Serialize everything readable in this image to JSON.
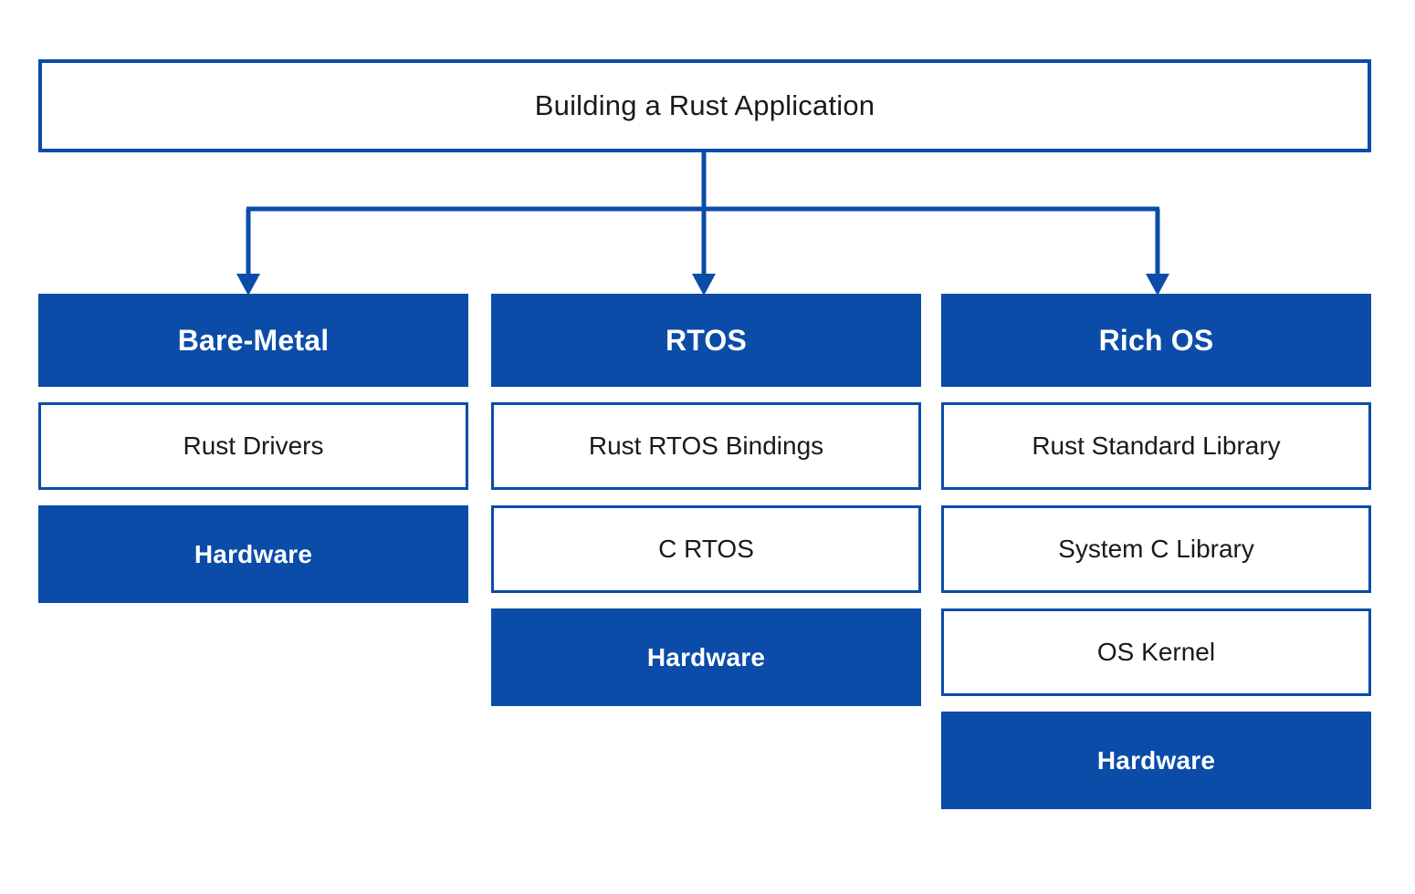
{
  "diagram": {
    "title": "Building a Rust Application",
    "colors": {
      "brand_blue": "#0B4CA8",
      "box_fill_white": "#FFFFFF",
      "text_dark": "#1A1A1A",
      "text_light": "#FFFFFF"
    },
    "root": {
      "label": "Building a Rust Application",
      "style": "outlined"
    },
    "branches": [
      {
        "id": "bare-metal",
        "header": "Bare-Metal",
        "layers": [
          {
            "label": "Rust Drivers",
            "style": "outlined"
          },
          {
            "label": "Hardware",
            "style": "filled"
          }
        ]
      },
      {
        "id": "rtos",
        "header": "RTOS",
        "layers": [
          {
            "label": "Rust RTOS Bindings",
            "style": "outlined"
          },
          {
            "label": "C RTOS",
            "style": "outlined"
          },
          {
            "label": "Hardware",
            "style": "filled"
          }
        ]
      },
      {
        "id": "rich-os",
        "header": "Rich OS",
        "layers": [
          {
            "label": "Rust Standard Library",
            "style": "outlined"
          },
          {
            "label": "System C Library",
            "style": "outlined"
          },
          {
            "label": "OS Kernel",
            "style": "outlined"
          },
          {
            "label": "Hardware",
            "style": "filled"
          }
        ]
      }
    ]
  }
}
